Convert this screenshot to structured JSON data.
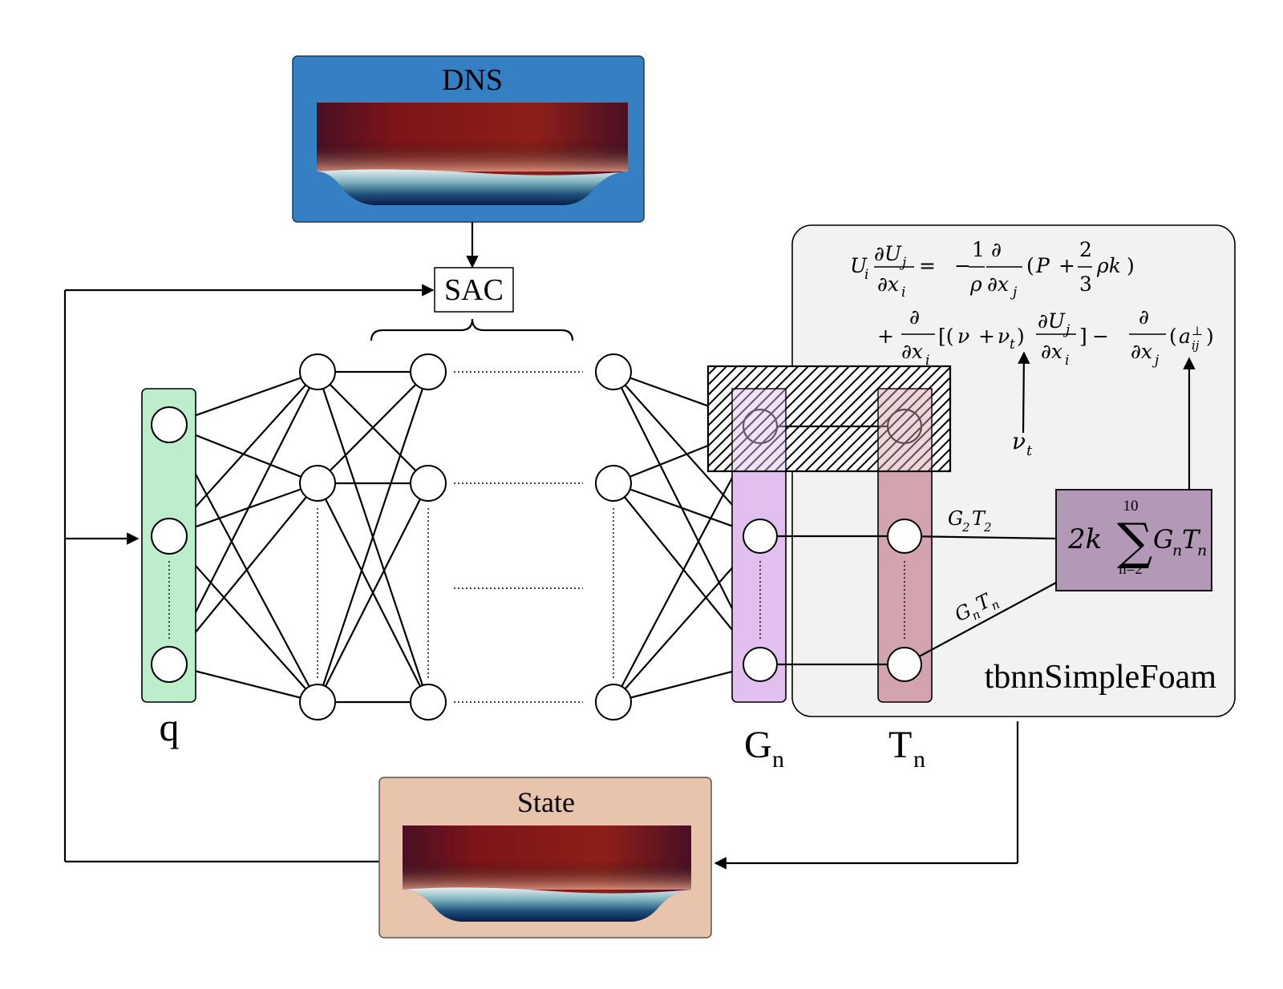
{
  "labels": {
    "dns": "DNS",
    "sac": "SAC",
    "state": "State",
    "q": "q",
    "g_main": "G",
    "g_sub": "n",
    "t_main": "T",
    "t_sub": "n",
    "solver": "tbnnSimpleFoam",
    "g2t2": "G₂T₂",
    "gntn": "GₙTₙ",
    "nu_t": "ν",
    "nu_t_sub": "t"
  },
  "sum_box": {
    "coef": "2k",
    "sigma": "∑",
    "upper": "10",
    "lower": "n=2",
    "term": "G",
    "term_sub": "n",
    "term2": "T",
    "term2_sub": "n"
  },
  "colors": {
    "dns_box": "#3580c3",
    "sac_box": "#ffffff",
    "state_box": "#e8c4ad",
    "q_layer": "#bdeecb",
    "g_layer": "#e1bfee",
    "t_layer": "#d4a3b0",
    "sum_box": "#b29ab6",
    "solver_panel": "#f2f2f2",
    "flow_dark": "#4a0f25",
    "flow_red": "#8b1a16",
    "flow_light": "#d8e6e6",
    "flow_blue": "#0a1d4a"
  }
}
